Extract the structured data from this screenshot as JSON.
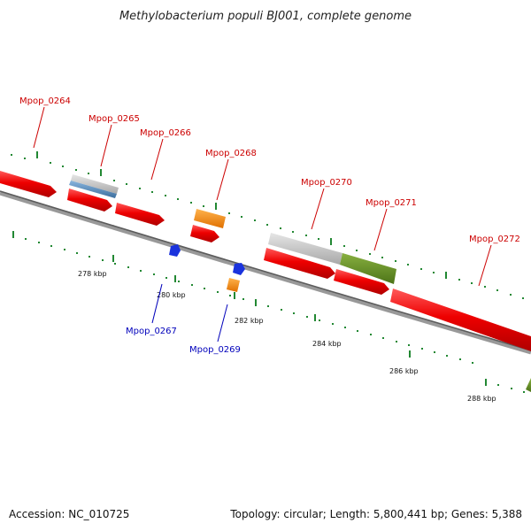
{
  "title": "Methylobacterium populi BJ001, complete genome",
  "footer": {
    "accession": "Accession: NC_010725",
    "summary": "Topology: circular; Length: 5,800,441 bp; Genes: 5,388"
  },
  "colors": {
    "forward_label": "#cc0000",
    "reverse_label": "#0000bb",
    "cds": "#ee0000",
    "rna": "#ff8800",
    "pseudo": "#bbbbbb",
    "blue_gene": "#5588bb",
    "olive_gene": "#669922",
    "reverse_marker": "#1a33dd",
    "tick": "#228833",
    "backbone": "#777777"
  },
  "genes": [
    {
      "id": "Mpop_0264",
      "strand": "forward"
    },
    {
      "id": "Mpop_0265",
      "strand": "forward"
    },
    {
      "id": "Mpop_0266",
      "strand": "forward"
    },
    {
      "id": "Mpop_0267",
      "strand": "reverse"
    },
    {
      "id": "Mpop_0268",
      "strand": "forward"
    },
    {
      "id": "Mpop_0269",
      "strand": "reverse"
    },
    {
      "id": "Mpop_0270",
      "strand": "forward"
    },
    {
      "id": "Mpop_0271",
      "strand": "forward"
    },
    {
      "id": "Mpop_0272",
      "strand": "forward"
    }
  ],
  "scale_labels": [
    "278 kbp",
    "280 kbp",
    "282 kbp",
    "284 kbp",
    "286 kbp",
    "288 kbp"
  ]
}
